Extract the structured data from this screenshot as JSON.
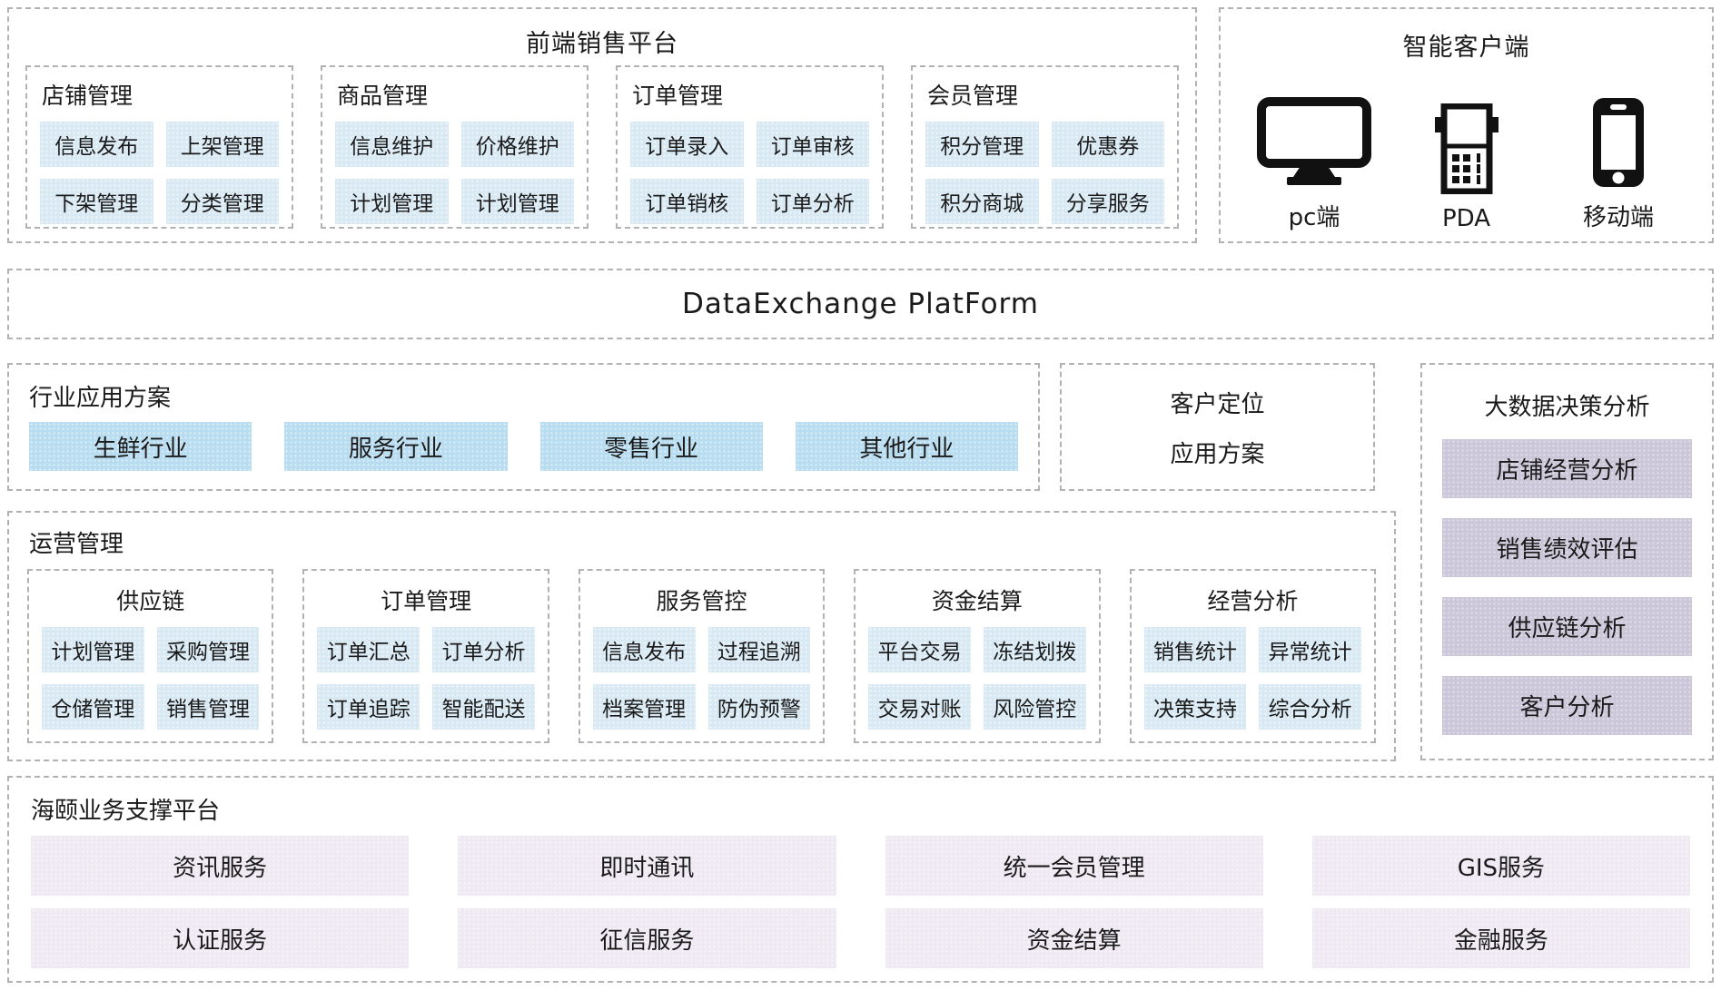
{
  "frontend_platform": {
    "title": "前端销售平台",
    "groups": [
      {
        "title": "店铺管理",
        "items": [
          "信息发布",
          "上架管理",
          "下架管理",
          "分类管理"
        ]
      },
      {
        "title": "商品管理",
        "items": [
          "信息维护",
          "价格维护",
          "计划管理",
          "计划管理"
        ]
      },
      {
        "title": "订单管理",
        "items": [
          "订单录入",
          "订单审核",
          "订单销核",
          "订单分析"
        ]
      },
      {
        "title": "会员管理",
        "items": [
          "积分管理",
          "优惠券",
          "积分商城",
          "分享服务"
        ]
      }
    ]
  },
  "smart_client": {
    "title": "智能客户端",
    "devices": [
      {
        "label": "pc端",
        "icon": "desktop-monitor-icon"
      },
      {
        "label": "PDA",
        "icon": "pda-icon"
      },
      {
        "label": "移动端",
        "icon": "smartphone-icon"
      }
    ]
  },
  "data_exchange": {
    "title": "DataExchange PlatForm"
  },
  "industry_solutions": {
    "title": "行业应用方案",
    "items": [
      "生鲜行业",
      "服务行业",
      "零售行业",
      "其他行业"
    ]
  },
  "customer_positioning": {
    "line1": "客户定位",
    "line2": "应用方案"
  },
  "big_data_analysis": {
    "title": "大数据决策分析",
    "items": [
      "店铺经营分析",
      "销售绩效评估",
      "供应链分析",
      "客户分析"
    ]
  },
  "operations": {
    "title": "运营管理",
    "groups": [
      {
        "title": "供应链",
        "items": [
          "计划管理",
          "采购管理",
          "仓储管理",
          "销售管理"
        ]
      },
      {
        "title": "订单管理",
        "items": [
          "订单汇总",
          "订单分析",
          "订单追踪",
          "智能配送"
        ]
      },
      {
        "title": "服务管控",
        "items": [
          "信息发布",
          "过程追溯",
          "档案管理",
          "防伪预警"
        ]
      },
      {
        "title": "资金结算",
        "items": [
          "平台交易",
          "冻结划拨",
          "交易对账",
          "风险管控"
        ]
      },
      {
        "title": "经营分析",
        "items": [
          "销售统计",
          "异常统计",
          "决策支持",
          "综合分析"
        ]
      }
    ]
  },
  "support_platform": {
    "title": "海颐业务支撑平台",
    "items": [
      "资讯服务",
      "即时通讯",
      "统一会员管理",
      "GIS服务",
      "认证服务",
      "征信服务",
      "资金结算",
      "金融服务"
    ]
  },
  "colors": {
    "chip_blue": "#d8e9f4",
    "industry_blue": "#b9ddf0",
    "analysis_purple": "#cbc6d8",
    "support_lavender": "#eee9f2",
    "border_gray": "#b2b2b2",
    "icon_black": "#111111"
  }
}
